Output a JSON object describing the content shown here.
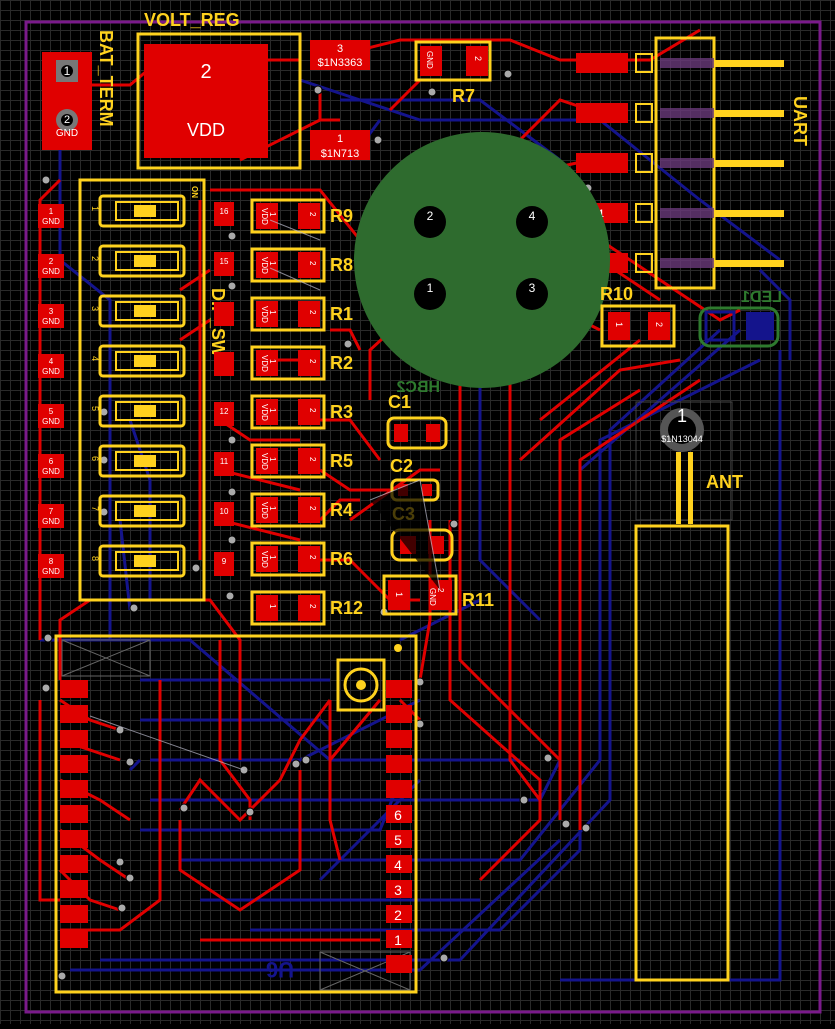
{
  "colors": {
    "top_copper": "#e00000",
    "bottom_copper": "#14148c",
    "silkscreen": "#ffd21e",
    "outline": "#7a1a8a",
    "grid": "#2a2a2a",
    "battery_holder": "#2e6b2e"
  },
  "labels": {
    "volt_reg": "VOLT_REG",
    "bat_term": "BAT_TERM",
    "uart": "UART",
    "dip_sw": "DIP_SW",
    "ant": "ANT",
    "u6": "U6",
    "led1": "LED1",
    "hbc2": "HBC2",
    "r1": "R1",
    "r2": "R2",
    "r3": "R3",
    "r4": "R4",
    "r5": "R5",
    "r6": "R6",
    "r7": "R7",
    "r8": "R8",
    "r9": "R9",
    "r10": "R10",
    "r11": "R11",
    "r12": "R12",
    "c1": "C1",
    "c2": "C2",
    "c3": "C3"
  },
  "nets": {
    "n3363": "$1N3363",
    "n713": "$1N713",
    "n13044": "$1N13044",
    "vdd": "VDD",
    "gnd": "GND"
  },
  "pins": {
    "p1": "1",
    "p2": "2",
    "p3": "3",
    "p4": "4",
    "p5": "5",
    "p6": "6",
    "p7": "7",
    "p8": "8",
    "p9": "9",
    "p10": "10",
    "p11": "11",
    "p12": "12",
    "p15": "15",
    "p16": "16",
    "on": "ON"
  }
}
